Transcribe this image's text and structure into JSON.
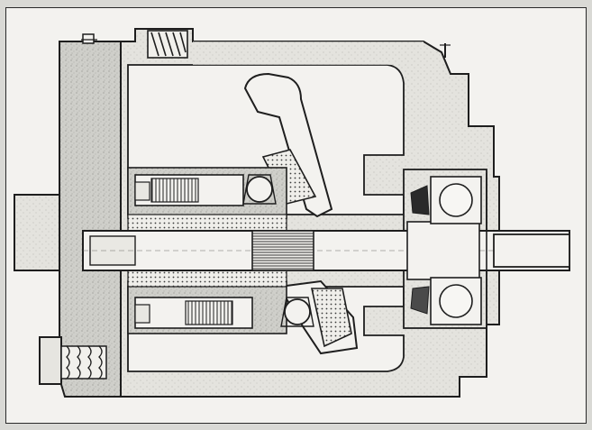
{
  "figure": {
    "subject": "axial-piston-pump-cross-section",
    "colors": {
      "line": "#1e1e1e",
      "paper": "#f3f2ef",
      "housing_fill": "#c9c9c4",
      "speckle": "#9a9a94",
      "light_fill": "#e2e1dc"
    },
    "components": [
      "end-cover",
      "main-housing",
      "swash-plate",
      "cylinder-block",
      "pistons",
      "piston-shoes",
      "drive-shaft",
      "spline",
      "ball-bearing",
      "shaft-seal",
      "control-spring",
      "port-plug"
    ]
  }
}
